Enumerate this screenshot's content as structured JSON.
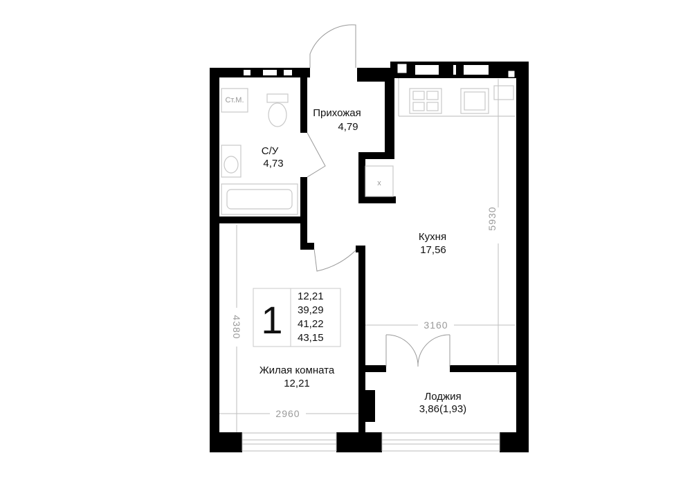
{
  "rooms": {
    "hallway": {
      "name": "Прихожая",
      "area": "4,79"
    },
    "bathroom": {
      "name": "С/У",
      "area": "4,73"
    },
    "kitchen": {
      "name": "Кухня",
      "area": "17,56"
    },
    "living": {
      "name": "Жилая комната",
      "area": "12,21"
    },
    "loggia": {
      "name": "Лоджия",
      "area": "3,86(1,93)"
    }
  },
  "dimensions": {
    "kitchen_width": "3160",
    "kitchen_length": "5930",
    "living_length": "4380",
    "living_width": "2960"
  },
  "fixtures": {
    "washer_label": "Ст.М.",
    "vent_mark": "x"
  },
  "legend": {
    "rooms_count": "1",
    "values": [
      "12,21",
      "39,29",
      "41,22",
      "43,15"
    ]
  },
  "colors": {
    "wall": "#000000",
    "fixture": "#c8c8c8",
    "dimension": "#9a9a9a"
  }
}
